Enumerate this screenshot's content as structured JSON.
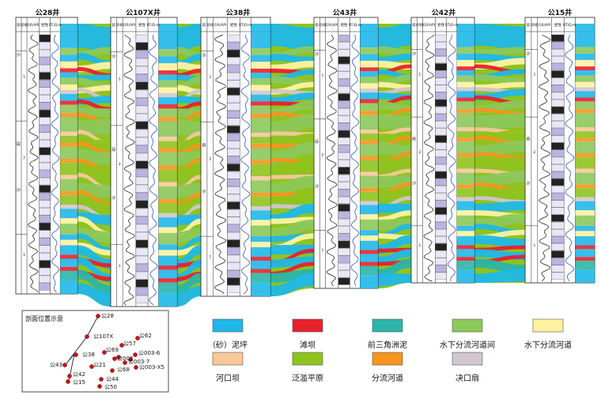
{
  "wells": [
    {
      "name": "公28井"
    },
    {
      "name": "公107X井"
    },
    {
      "name": "公38井"
    },
    {
      "name": "公43井"
    },
    {
      "name": "公42井"
    },
    {
      "name": "公15井"
    }
  ],
  "track_headers": {
    "stage": "段",
    "sand_group": "砂组",
    "curve": "GR/API",
    "lithology": "岩性",
    "resistivity": "RT/Ω·m"
  },
  "layer_labels": {
    "group_a": "沙",
    "group_b": "段",
    "unit": "1",
    "unit2": "2"
  },
  "inset": {
    "title": "剖面位置示意",
    "wells": [
      "公28",
      "公107X",
      "公62",
      "公57",
      "公69",
      "公003-6",
      "公003",
      "公003-7",
      "公003-X5",
      "公38",
      "公43",
      "公21",
      "公68",
      "公42",
      "公15",
      "公44",
      "公50"
    ]
  },
  "legend": [
    {
      "label": "（砂）泥坪",
      "color": "#1fb8e8"
    },
    {
      "label": "滩坝",
      "color": "#e8202c"
    },
    {
      "label": "前三角洲泥",
      "color": "#2bb5a8"
    },
    {
      "label": "水下分流河道间",
      "color": "#8cc85a"
    },
    {
      "label": "水下分流河道",
      "color": "#fff2a0"
    },
    {
      "label": "河口坝",
      "color": "#f7c89a"
    },
    {
      "label": "泛滥平原",
      "color": "#8fc31f"
    },
    {
      "label": "分流河道",
      "color": "#f7941d"
    },
    {
      "label": "决口扇",
      "color": "#cfc6d0"
    }
  ]
}
